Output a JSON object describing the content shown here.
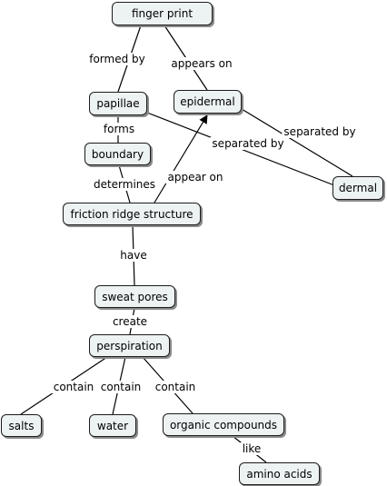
{
  "concept_map": {
    "nodes": {
      "finger_print": "finger print",
      "papillae": "papillae",
      "epidermal": "epidermal",
      "boundary": "boundary",
      "dermal": "dermal",
      "friction_ridge": "friction ridge structure",
      "sweat_pores": "sweat pores",
      "perspiration": "perspiration",
      "salts": "salts",
      "water": "water",
      "organic": "organic compounds",
      "amino": "amino acids"
    },
    "links": {
      "formed_by": "formed by",
      "appears_on": "appears on",
      "forms": "forms",
      "separated_by_1": "separated by",
      "separated_by_2": "separated by",
      "determines": "determines",
      "appear_on": "appear on",
      "have": "have",
      "create": "create",
      "contain_1": "contain",
      "contain_2": "contain",
      "contain_3": "contain",
      "like": "like"
    }
  }
}
